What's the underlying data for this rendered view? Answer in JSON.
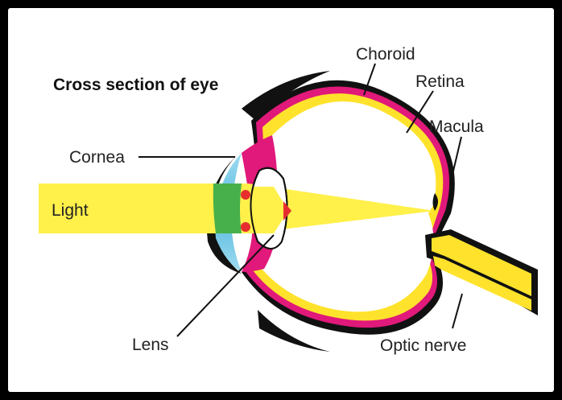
{
  "diagram": {
    "title": "Cross section of eye",
    "labels": {
      "choroid": "Choroid",
      "retina": "Retina",
      "macula": "Macula",
      "cornea": "Cornea",
      "light": "Light",
      "lens": "Lens",
      "optic_nerve": "Optic nerve"
    }
  },
  "colors": {
    "sclera": "#111111",
    "choroid": "#e0197a",
    "retina": "#ffe22b",
    "light_beam": "#fff04a",
    "cornea": "#7fcde8",
    "lens_green": "#33a84a",
    "lens_red": "#e62e2e",
    "background": "#ffffff",
    "border": "#000000"
  }
}
